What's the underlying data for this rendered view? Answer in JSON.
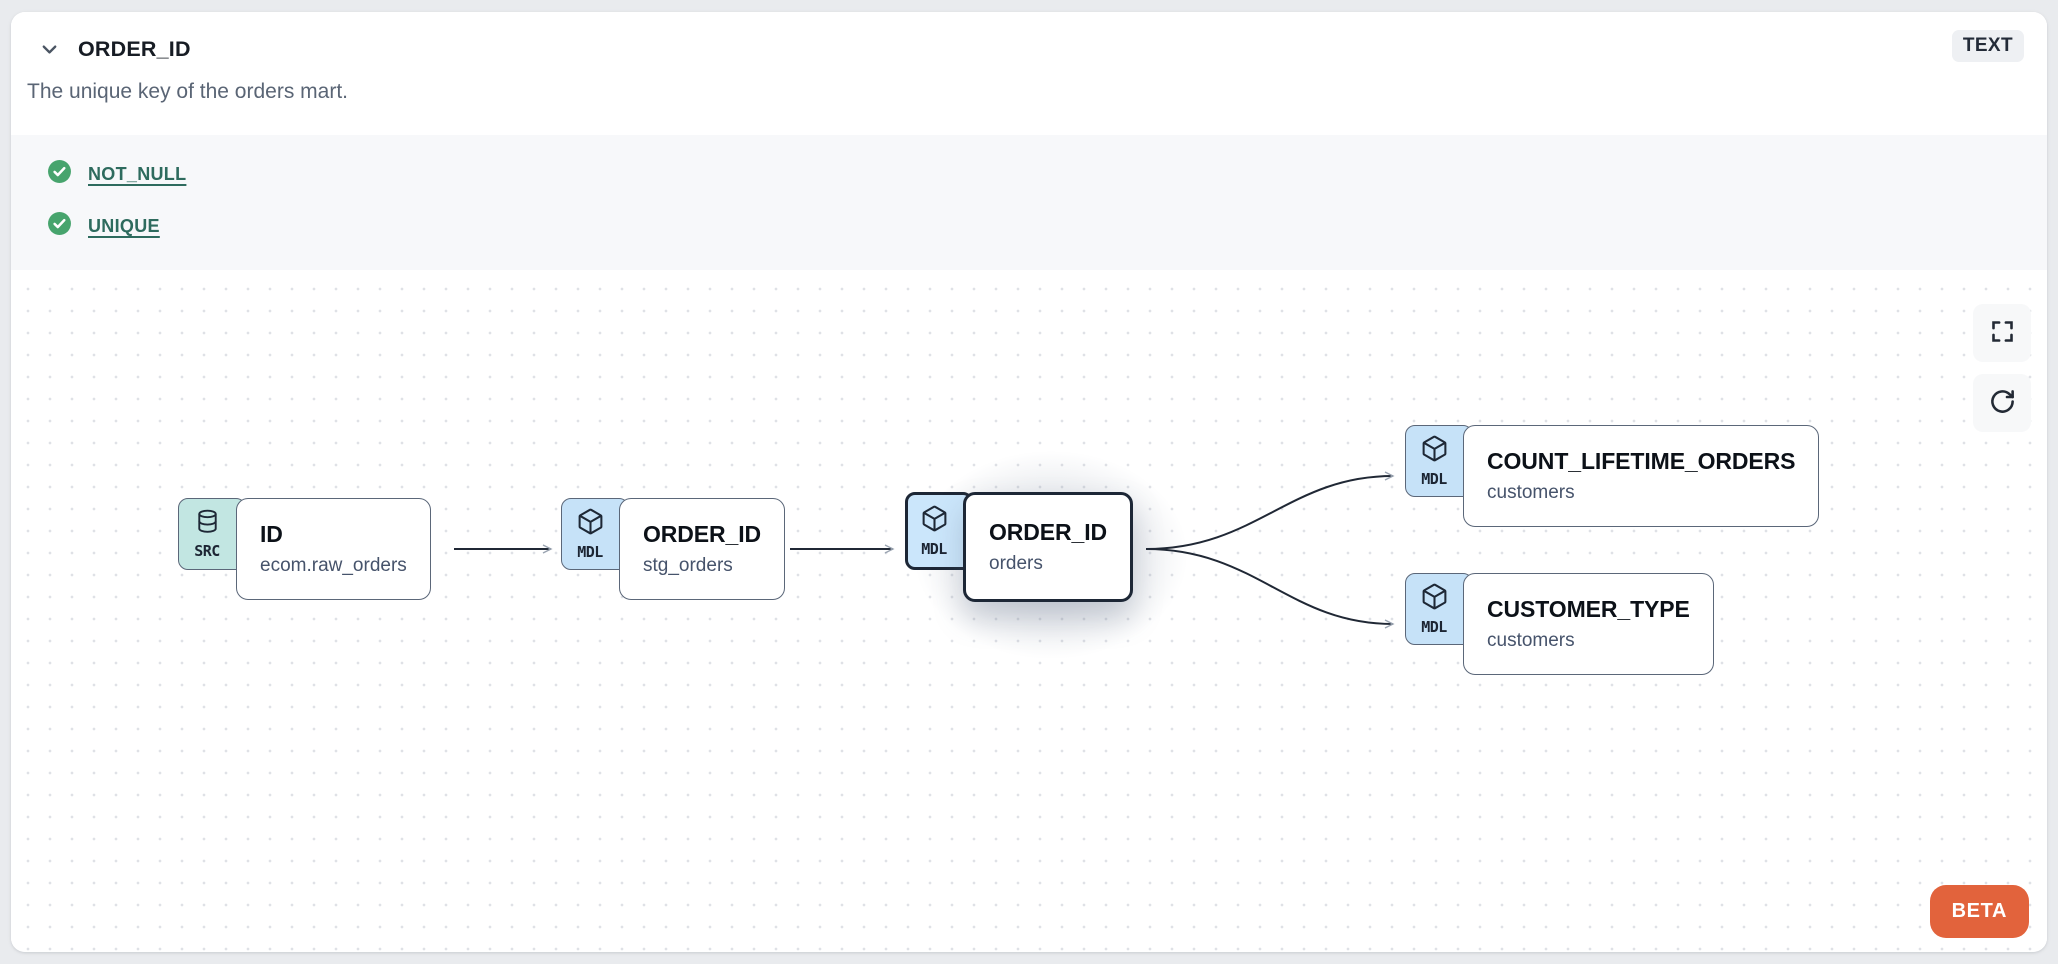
{
  "header": {
    "title": "ORDER_ID",
    "type_badge": "TEXT",
    "description": "The unique key of the orders mart."
  },
  "tests": [
    {
      "label": "NOT_NULL",
      "status": "passed",
      "icon": "check-circle-icon"
    },
    {
      "label": "UNIQUE",
      "status": "passed",
      "icon": "check-circle-icon"
    }
  ],
  "canvas": {
    "controls": [
      {
        "icon": "fullscreen-icon"
      },
      {
        "icon": "refresh-icon"
      }
    ],
    "nodes": [
      {
        "badge": "SRC",
        "icon": "database-icon",
        "title": "ID",
        "subtitle": "ecom.raw_orders",
        "highlighted": false
      },
      {
        "badge": "MDL",
        "icon": "cube-icon",
        "title": "ORDER_ID",
        "subtitle": "stg_orders",
        "highlighted": false
      },
      {
        "badge": "MDL",
        "icon": "cube-icon",
        "title": "ORDER_ID",
        "subtitle": "orders",
        "highlighted": true
      },
      {
        "badge": "MDL",
        "icon": "cube-icon",
        "title": "COUNT_LIFETIME_ORDERS",
        "subtitle": "customers",
        "highlighted": false
      },
      {
        "badge": "MDL",
        "icon": "cube-icon",
        "title": "CUSTOMER_TYPE",
        "subtitle": "customers",
        "highlighted": false
      }
    ],
    "edges": [
      {
        "from": "ID / ecom.raw_orders",
        "to": "ORDER_ID / stg_orders"
      },
      {
        "from": "ORDER_ID / stg_orders",
        "to": "ORDER_ID / orders"
      },
      {
        "from": "ORDER_ID / orders",
        "to": "COUNT_LIFETIME_ORDERS / customers"
      },
      {
        "from": "ORDER_ID / orders",
        "to": "CUSTOMER_TYPE / customers"
      }
    ],
    "beta_label": "BETA"
  },
  "colors": {
    "accent_orange": "#e2633c",
    "test_green": "#47a46d",
    "link_teal": "#2e6b5e",
    "badge_src": "#c2e6e2",
    "badge_mdl": "#c6e2f8",
    "node_border": "#5b6779",
    "edge_line": "#202835"
  }
}
